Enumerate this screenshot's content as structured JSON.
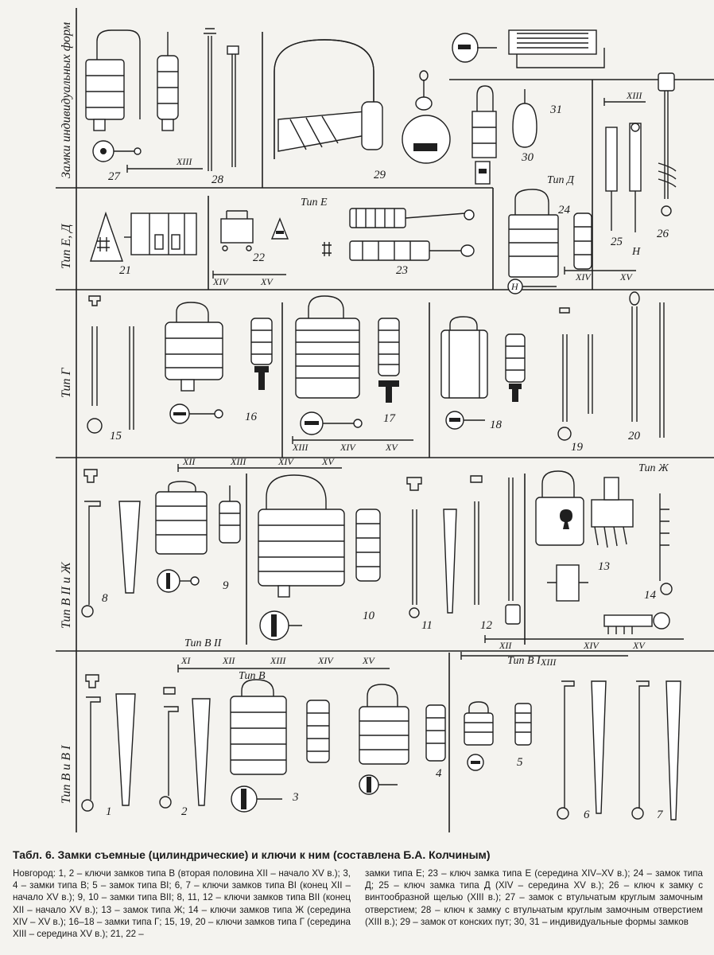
{
  "plate": {
    "row_labels": {
      "individual": "Замки индивидуальных форм",
      "e_d": "Тип Е, Д",
      "g": "Тип Г",
      "v2_zh": "Тип В II и Ж",
      "v_v1": "Тип В и В I"
    },
    "type_labels": {
      "e": "Тип Е",
      "d": "Тип Д",
      "zh": "Тип Ж",
      "v2": "Тип В II",
      "v": "Тип В",
      "v1": "Тип В I"
    },
    "figure_numbers": [
      "1",
      "2",
      "3",
      "4",
      "5",
      "6",
      "7",
      "8",
      "9",
      "10",
      "11",
      "12",
      "13",
      "14",
      "15",
      "16",
      "17",
      "18",
      "19",
      "20",
      "21",
      "22",
      "23",
      "24",
      "25",
      "26",
      "27",
      "28",
      "29",
      "30",
      "31"
    ],
    "century_marks": {
      "row1": [
        "XIII"
      ],
      "row1_right": [
        "XIII"
      ],
      "row2_left": [
        "XIV",
        "XV"
      ],
      "row2_right": [
        "XIV",
        "XV"
      ],
      "row3": [
        "XIII",
        "XIV",
        "XV"
      ],
      "row4_top": [
        "XII",
        "XIII",
        "XIV",
        "XV"
      ],
      "row4_right": [
        "XII",
        "XIV",
        "XV"
      ],
      "row5_top": [
        "XI",
        "XII",
        "XIII",
        "XIV",
        "XV"
      ],
      "row5_right": [
        "XIII"
      ]
    }
  },
  "caption": {
    "title": "Табл. 6. Замки съемные (цилиндрические) и ключи к ним (составлена Б.А. Колчиным)",
    "col1": "Новгород: 1, 2 – ключи замков типа В (вторая половина XII – начало XV в.); 3, 4 – замки типа В; 5 – замок типа BI; 6, 7 – ключи замков типа BI (конец XII – начало XV в.); 9, 10 – замки типа BII; 8, 11, 12 – ключи замков типа BII (конец XII – начало XV в.); 13 – замок типа Ж; 14 – ключи замков типа Ж (середина XIV – XV в.); 16–18 – замки типа Г; 15, 19, 20 – ключи замков типа Г (середина XIII – середина XV в.); 21, 22 –",
    "col2": "замки типа Е; 23 – ключ замка типа Е (середина XIV–XV в.); 24 – замок типа Д; 25 – ключ замка типа Д (XIV – середина XV в.); 26 – ключ к замку с винтообразной щелью (XIII в.); 27 – замок с втульчатым круглым замочным отверстием; 28 – ключ к замку с втульчатым круглым замочным отверстием (XIII в.); 29 – замок от конских пут; 30, 31 – индивидуальные формы замков"
  }
}
